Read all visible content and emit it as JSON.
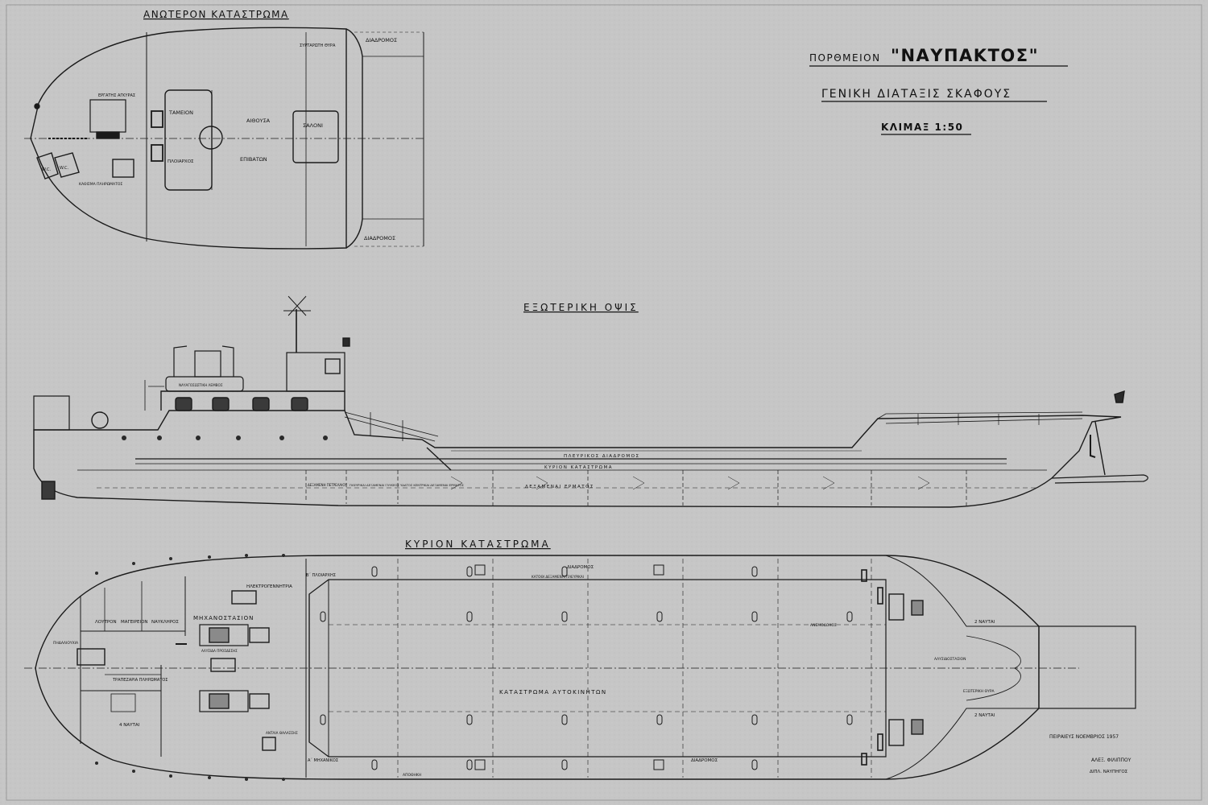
{
  "title_block": {
    "vessel_type": "ΠΟΡΘΜΕΙΟΝ",
    "vessel_name": "\"ΝΑΥΠΑΚΤΟΣ\"",
    "drawing_title": "ΓΕΝΙΚΗ ΔΙΑΤΑΞΙΣ ΣΚΑΦΟΥΣ",
    "scale": "ΚΛΙΜΑΞ 1:50",
    "place_date": "ΠΕΙΡΑΙΕΥΣ ΝΟΕΜΒΡΙΟΣ 1957",
    "designer": "ΑΛΕΞ. ΦΙΛΙΠΠΟΥ",
    "designer_title": "ΔΙΠΛ. ΝΑΥΠΗΓΟΣ"
  },
  "upper_deck": {
    "heading": "ΑΝΩΤΕΡΟΝ ΚΑΤΑΣΤΡΩΜΑ",
    "labels": {
      "corridor_top": "ΔΙΑΔΡΟΜΟΣ",
      "corridor_bottom": "ΔΙΑΔΡΟΜΟΣ",
      "folding_door": "ΣΥΡΤΑΡΩΤΗ ΘΥΡΑ",
      "anchor_winch": "ΕΡΓΑΤΗΣ ΑΓΚΥΡΑΣ",
      "cashier": "ΤΑΜΕΙΟΝ",
      "hall": "ΑΙΘΟΥΣΑ",
      "passengers": "ΕΠΙΒΑΤΩΝ",
      "saloon": "ΣΑΛΟΝΙ",
      "captain": "ΠΛΟΙΑΡΧΟΣ",
      "wc1": "W.C.",
      "wc2": "W.C.",
      "crew_seat": "ΚΑΘΙΣΜΑ ΠΛΗΡΩΜΑΤΟΣ"
    }
  },
  "profile": {
    "heading": "ΕΞΩΤΕΡΙΚΗ ΟΨΙΣ",
    "labels": {
      "side_passage": "ΠΛΕΥΡΙΚΟΣ ΔΙΑΔΡΟΜΟΣ",
      "main_deck": "ΚΥΡΙΟΝ ΚΑΤΑΣΤΡΩΜΑ",
      "ballast_tanks": "ΔΕΞΑΜΕΝΑΙ ΕΡΜΑΤΟΣ",
      "lifeboat": "ΝΑΥΑΓΟΣΩΣΤΙΚΗ ΛΕΜΒΟΣ",
      "oil_tank": "ΔΕΞΑΜΕΝΗ ΠΕΤΡΕΛΑΙΟΥ",
      "side_tanks": "ΠΛΕΥΡΙΚΑΙ ΔΕΞΑΜΕΝΑΙ ΓΛΥΚΕΟΣ ΥΔΑΤΟΣ ΚΕΝΤΡΙΚΑΙ ΔΕΞΑΜΕΝΑΙ ΕΡΜΑΤΟΣ"
    }
  },
  "main_deck": {
    "heading": "ΚΥΡΙΟΝ ΚΑΤΑΣΤΡΩΜΑ",
    "labels": {
      "electrical_gen": "ΗΛΕΚΤΡΟΓΕΝΝΗΤΡΙΑ",
      "engine_room": "ΜΗΧΑΝΟΣΤΑΣΙΟΝ",
      "wash": "ΛΟΥΤΡΟΝ",
      "galley": "ΜΑΓΕΙΡΕΙΟΝ",
      "boatswain": "ΝΑΥΚΛΗΡΟΣ",
      "second_captain": "Β΄ ΠΛΟΙΑΡΧΗΣ",
      "first_engineer": "Α΄ ΜΗΧΑΝΙΚΟΣ",
      "crew_mess": "ΤΡΑΠΕΖΑΡΙΑ ΠΛΗΡΩΜΑΤΟΣ",
      "sailors_4": "4 ΝΑΥΤΑΙ",
      "sailors_top": "2 ΝΑΥΤΑΙ",
      "sailors_bottom": "2 ΝΑΥΤΑΙ",
      "chain_locker": "ΑΛΥΣΙΔΟΣΤΑΣΙΟΝ",
      "car_deck": "ΚΑΤΑΣΤΡΩΜΑ ΑΥΤΟΚΙΝΗΤΩΝ",
      "corridor_top": "ΔΙΑΔΡΟΜΟΣ",
      "corridor_bottom": "ΔΙΑΔΡΟΜΟΣ",
      "outer_door": "ΕΞΩΤΕΡΙΚΗ ΘΥΡΑ",
      "steering": "ΠΗΔΑΛΙΟΥΧΙΑ",
      "storage": "ΑΠΟΘΗΚΗ",
      "water_tanks": "ΚΑΤΟΘΙ ΔΕΞΑΜΕΝΑΙ ΠΛΕΥΡΙΚΑΙ",
      "anchor_stopper": "ΑΛΥΣΙΔΑ ΠΡΟΣΔΕΣΗΣ",
      "sea_ballast": "ΑΝΤΛΙΑ ΘΑΛΑΣΣΗΣ",
      "ventilator": "ΑΝΕΜΟΔΟΧΟΣ"
    }
  }
}
